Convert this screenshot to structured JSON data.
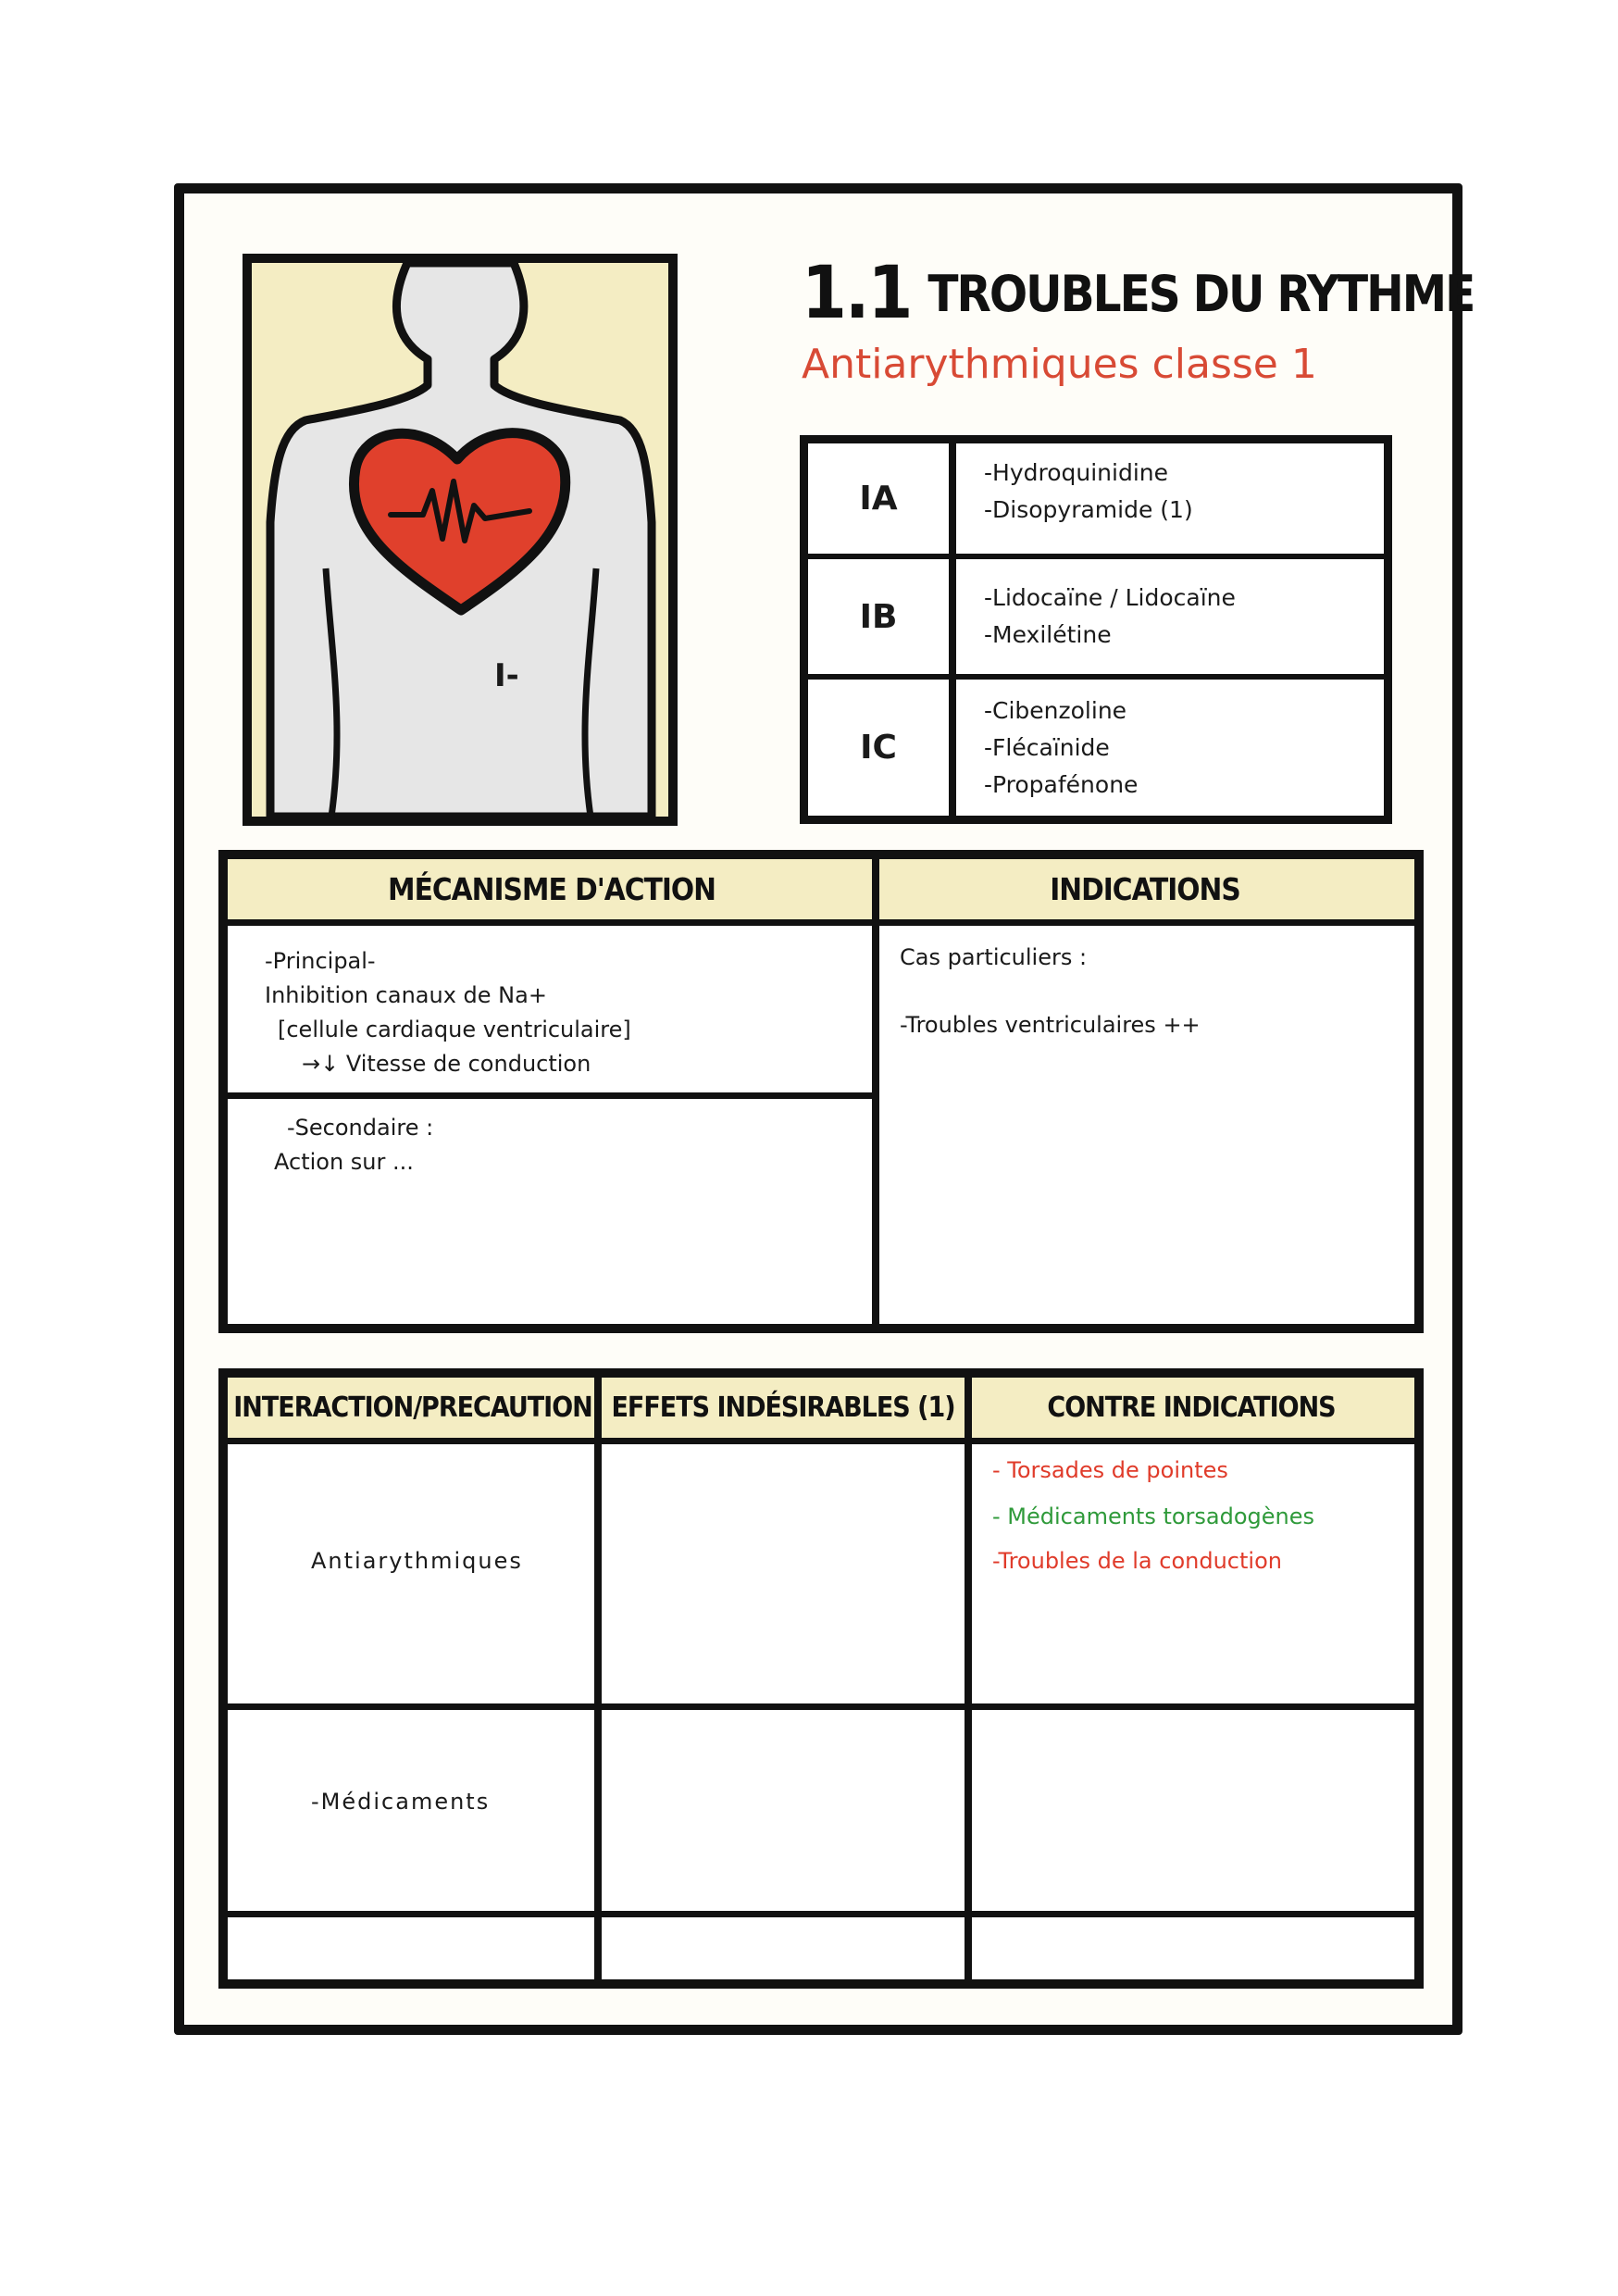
{
  "header": {
    "number": "1.1",
    "title": "TROUBLES DU RYTHME",
    "subtitle": "Antiarythmiques classe 1"
  },
  "illustration": {
    "label": "I-",
    "background": "#f4edc3",
    "heart_color": "#e0402c"
  },
  "class_table": [
    {
      "code": "IA",
      "drugs": [
        "-Hydroquinidine",
        "-Disopyramide (1)"
      ]
    },
    {
      "code": "IB",
      "drugs": [
        "-Lidocaïne / Lidocaïne",
        "-Mexilétine"
      ]
    },
    {
      "code": "IC",
      "drugs": [
        "-Cibenzoline",
        "-Flécaïnide",
        "-Propafénone"
      ]
    }
  ],
  "mechanism": {
    "header": "MÉCANISME D'ACTION",
    "primary_lines": [
      "-Principal-",
      "Inhibition canaux de Na+",
      "[cellule cardiaque ventriculaire]",
      "→↓ Vitesse de conduction"
    ],
    "secondary_lines": [
      "-Secondaire :",
      "Action sur ..."
    ]
  },
  "indications": {
    "header": "INDICATIONS",
    "lines": [
      "Cas particuliers :",
      "-Troubles ventriculaires ++"
    ]
  },
  "bottom_table": {
    "headers": [
      "INTERACTION/PRECAUTION",
      "EFFETS INDÉSIRABLES (1)",
      "CONTRE INDICATIONS"
    ],
    "interaction_rows": [
      "Antiarythmiques",
      "-Médicaments",
      ""
    ],
    "contraindications": [
      {
        "text": "- Torsades de pointes",
        "color": "#e03b2a"
      },
      {
        "text": "- Médicaments torsadogènes",
        "color": "#2f9a3a"
      },
      {
        "text": "-Troubles de la conduction",
        "color": "#e03b2a"
      }
    ]
  }
}
